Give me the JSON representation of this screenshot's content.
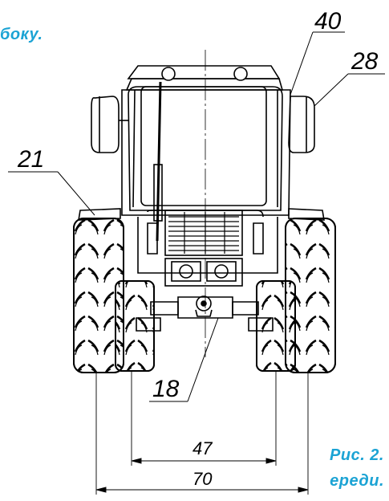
{
  "captions": {
    "top": "боку.",
    "figure": "Рис. 2.",
    "view": "ереди."
  },
  "callouts": {
    "c40": "40",
    "c28": "28",
    "c21": "21",
    "c18": "18"
  },
  "dimensions": {
    "inner": "47",
    "outer": "70"
  },
  "colors": {
    "caption": "#1ba3d4",
    "line": "#000000"
  }
}
